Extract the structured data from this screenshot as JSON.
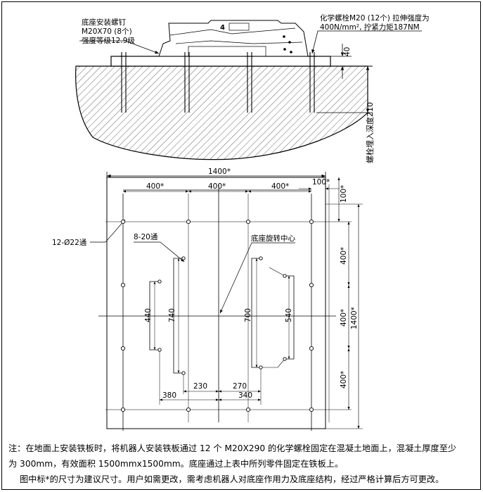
{
  "elevation": {
    "base_bolt_callout": {
      "line1": "底座安装螺钉",
      "line2": "M20X70 (8个)",
      "line3": "强度等级12.9级"
    },
    "chem_bolt_callout": {
      "line1": "化学螺栓M20 (12个) 拉伸强度为",
      "line2": "400N/mm², 拧紧力矩187NM"
    },
    "plate_thickness": "40",
    "embed_depth": "螺栓埋入深度210",
    "robot_mark": "4"
  },
  "plan": {
    "overall_width": "1400*",
    "spacing_x": [
      "400*",
      "400*",
      "400*"
    ],
    "edge_x": "100*",
    "edge_y": "100*",
    "spacing_y": [
      "400*",
      "400*",
      "400*"
    ],
    "overall_height": "1400*",
    "hole_callout_large": "12-Ø22通",
    "hole_callout_small": "8-20通",
    "rotation_center": "底座旋转中心",
    "dim_440": "440",
    "dim_740": "740",
    "dim_700": "700",
    "dim_540": "540",
    "dim_230": "230",
    "dim_270": "270",
    "dim_380": "380",
    "dim_340": "340"
  },
  "note": {
    "line1": "注：在地面上安装铁板时，将机器人安装铁板通过 12 个 M20X290 的化学螺栓固定在混凝土地面上，混凝土厚度至少",
    "line2": "为 300mm，有效面积 1500mmx1500mm。底座通过上表中所列零件固定在铁板上。",
    "line3": "图中标*的尺寸为建议尺寸。用户如需更改，需考虑机器人对底座作用力及底座结构，经过严格计算后方可更改。"
  }
}
